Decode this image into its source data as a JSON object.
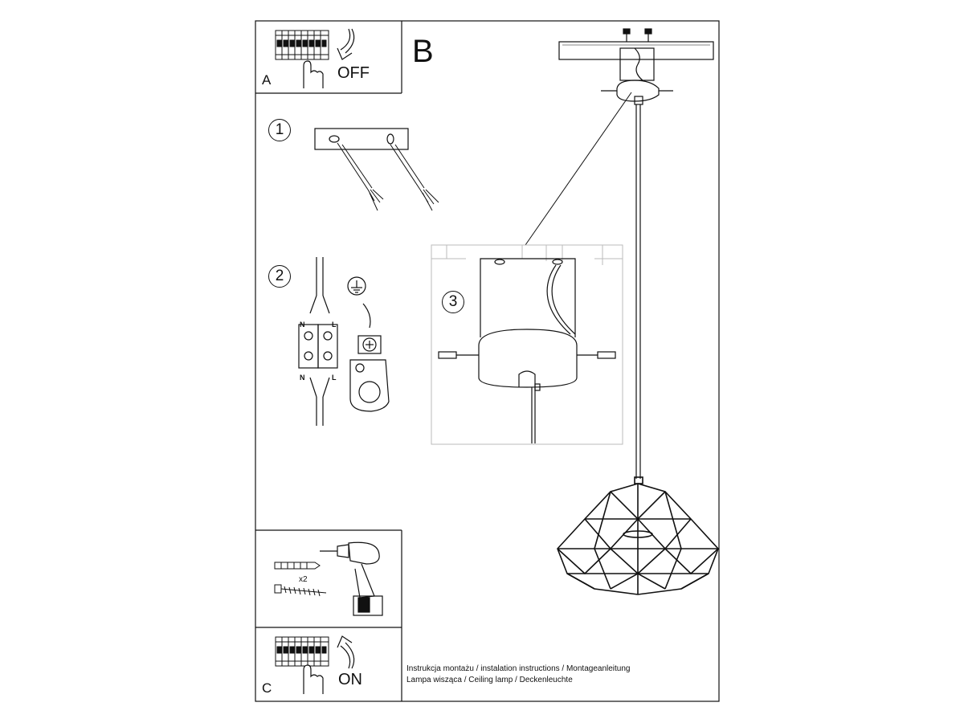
{
  "labels": {
    "section_a": "A",
    "section_b": "B",
    "section_c": "C",
    "off": "OFF",
    "on": "ON",
    "step1": "1",
    "step2": "2",
    "step3": "3",
    "neutral_top": "N",
    "live_top": "L",
    "neutral_bottom": "N",
    "live_bottom": "L",
    "quantity": "x2"
  },
  "caption": {
    "line1": "Instrukcja montażu / instalation instructions / Montageanleitung",
    "line2": "Lampa wisząca / Ceiling lamp  / Deckenleuchte"
  },
  "icons": [
    "circuit-breaker-icon",
    "hand-icon",
    "ground-symbol-icon",
    "drill-icon",
    "wall-plug-icon",
    "screw-icon",
    "arrow-down-icon",
    "arrow-up-icon"
  ],
  "colors": {
    "line": "#111111",
    "detail_frame": "#bbbbbb",
    "background": "#ffffff"
  }
}
